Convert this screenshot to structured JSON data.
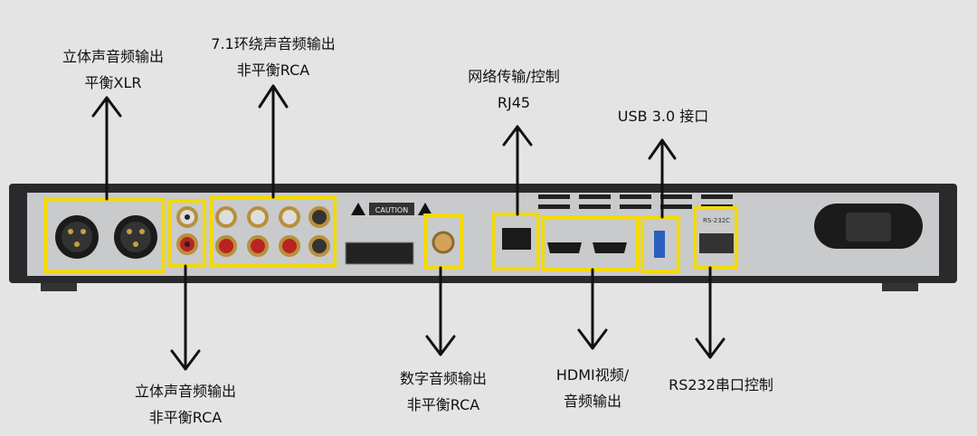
{
  "labels": {
    "xlr": {
      "line1": "立体声音频输出",
      "line2": "平衡XLR"
    },
    "surround": {
      "line1": "7.1环绕声音频输出",
      "line2": "非平衡RCA"
    },
    "rj45": {
      "line1": "网络传输/控制",
      "line2": "RJ45"
    },
    "usb": {
      "line1": "USB 3.0 接口"
    },
    "stereo_rca": {
      "line1": "立体声音频输出",
      "line2": "非平衡RCA"
    },
    "digital": {
      "line1": "数字音频输出",
      "line2": "非平衡RCA"
    },
    "hdmi": {
      "line1": "HDMI视频/",
      "line2": "音频输出"
    },
    "rs232": {
      "line1": "RS232串口控制"
    }
  },
  "device_lettering": {
    "caution": "CAUTION",
    "rs232c": "RS-232C"
  },
  "colors": {
    "highlight": "#f2d900",
    "arrow": "#111111",
    "panel": "#c9cacb",
    "frame": "#2a2a2c"
  }
}
